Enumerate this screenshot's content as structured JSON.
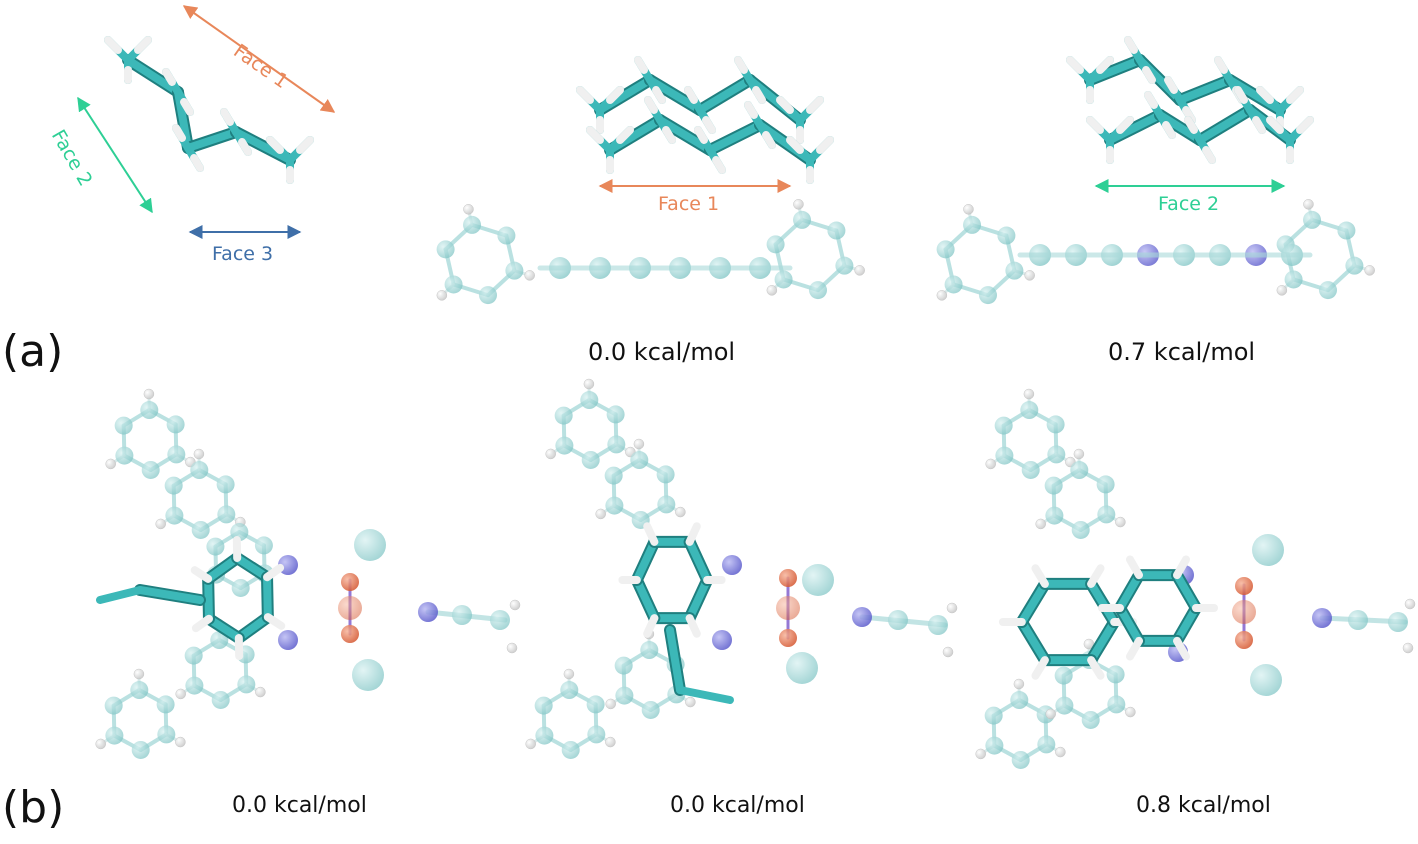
{
  "panel_a": {
    "label": "(a)",
    "faces": {
      "face1": "Face 1",
      "face2": "Face 2",
      "face3": "Face 3"
    },
    "complex_1": {
      "face": "Face 1",
      "energy": "0.0 kcal/mol"
    },
    "complex_2": {
      "face": "Face 2",
      "energy": "0.7 kcal/mol"
    }
  },
  "panel_b": {
    "label": "(b)",
    "complex_1": {
      "energy": "0.0 kcal/mol"
    },
    "complex_2": {
      "energy": "0.0 kcal/mol"
    },
    "complex_3": {
      "energy": "0.8 kcal/mol"
    }
  },
  "colors": {
    "face1": "#e8875a",
    "face2": "#2ecf95",
    "face3": "#3f6fa8",
    "carbon_bond": "#2fa3a3",
    "carbon_light": "#8fcfcf",
    "hydrogen": "#e6e6e6",
    "nitrogen": "#5b5bd6",
    "oxygen": "#e0623a"
  }
}
